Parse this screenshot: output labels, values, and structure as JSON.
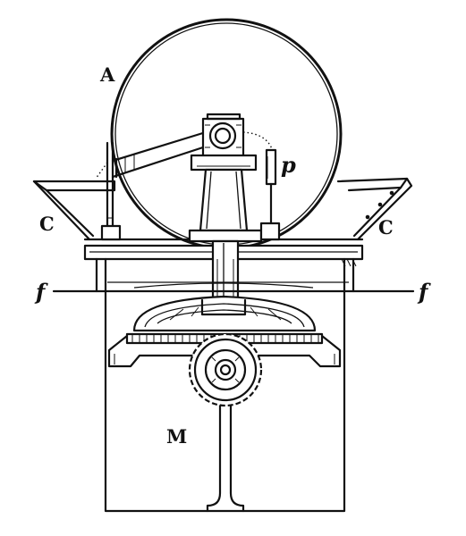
{
  "labels": {
    "wheel": "A",
    "pan_left": "C",
    "pan_right": "C",
    "pin": "p",
    "plane_left": "f",
    "plane_right": "f",
    "frame": "M"
  }
}
